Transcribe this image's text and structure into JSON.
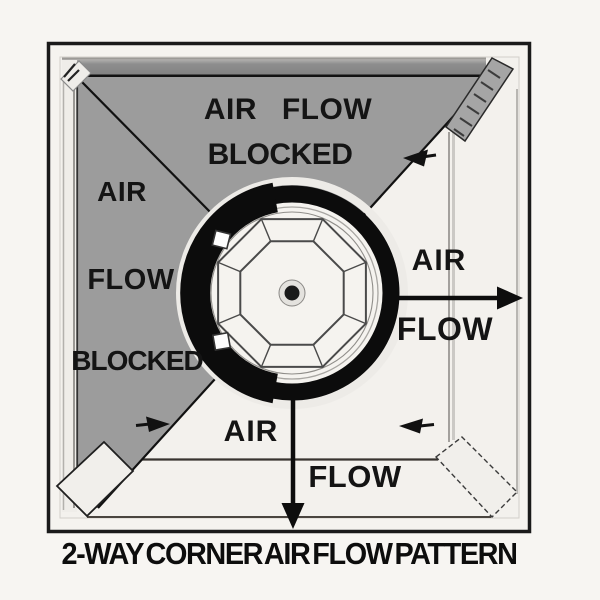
{
  "caption": "2-WAY CORNER AIR FLOW PATTERN",
  "labels": {
    "blocked_top": {
      "line1": "AIR FLOW",
      "line2": "BLOCKED"
    },
    "blocked_left": {
      "line1": "AIR",
      "line2": "FLOW",
      "line3": "BLOCKED"
    },
    "flow_right": {
      "line1": "AIR",
      "line2": "FLOW"
    },
    "flow_down": {
      "line1": "AIR",
      "line2": "FLOW"
    }
  },
  "colors": {
    "background": "#f7f5f2",
    "blocked_fill": "#9c9c9c",
    "line": "#111111",
    "text": "#141414"
  }
}
